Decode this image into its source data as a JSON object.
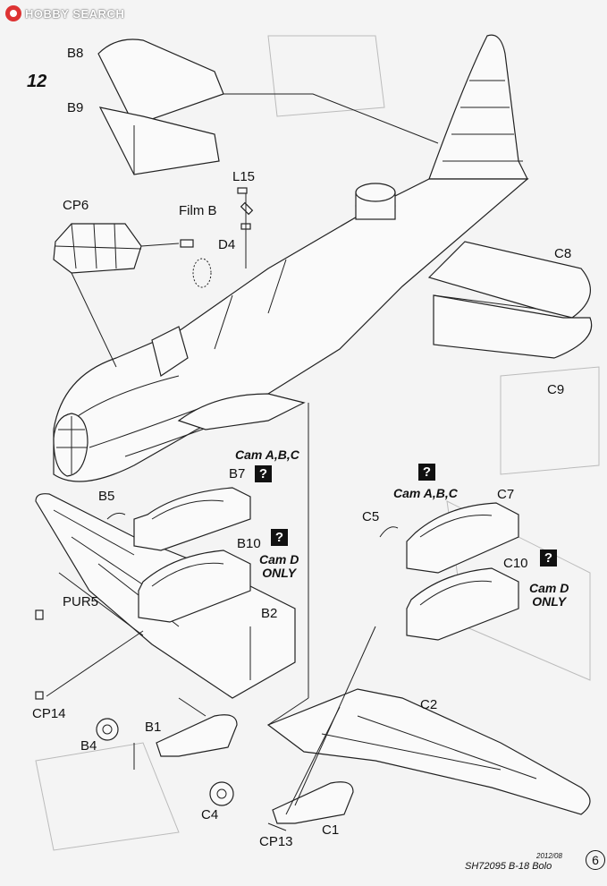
{
  "logo": {
    "text": "HOBBY SEARCH"
  },
  "step_number": "12",
  "labels": {
    "b8": "B8",
    "b9": "B9",
    "l15": "L15",
    "film_b": "Film B",
    "cp6": "CP6",
    "d4": "D4",
    "c8": "C8",
    "c9": "C9",
    "b7": "B7",
    "b5": "B5",
    "b10": "B10",
    "pur5": "PUR5",
    "b2": "B2",
    "cp14": "CP14",
    "b4": "B4",
    "b1": "B1",
    "c5": "C5",
    "c7": "C7",
    "c10": "C10",
    "c2": "C2",
    "c4": "C4",
    "cp13": "CP13",
    "c1": "C1"
  },
  "notes": {
    "cam_abc_left": "Cam A,B,C",
    "cam_abc_right": "Cam A,B,C",
    "cam_d_left": "Cam D\nONLY",
    "cam_d_right": "Cam D\nONLY",
    "question": "?"
  },
  "footer": {
    "model": "SH72095 B-18 Bolo",
    "date": "2012/08",
    "page": "6"
  }
}
